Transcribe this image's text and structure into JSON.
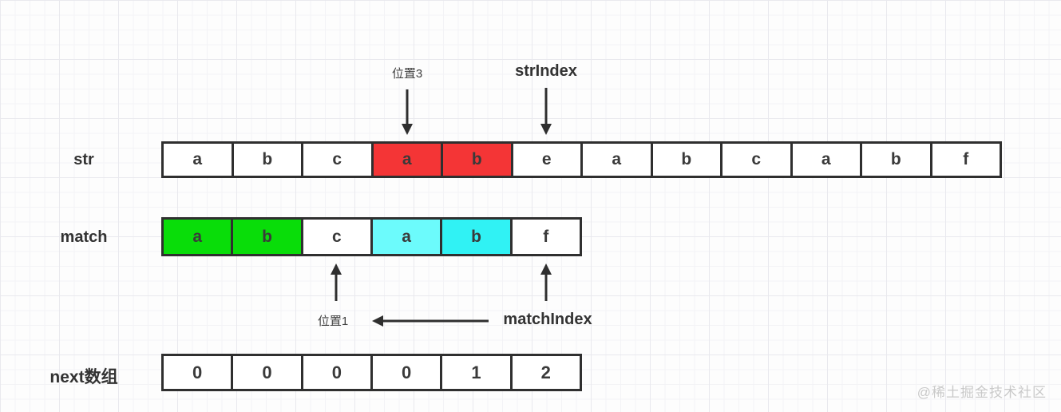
{
  "annotations": {
    "pos3": "位置3",
    "str_index": "strIndex",
    "pos1": "位置1",
    "match_index": "matchIndex"
  },
  "rows": {
    "str": {
      "label": "str",
      "cells": [
        {
          "text": "a"
        },
        {
          "text": "b"
        },
        {
          "text": "c"
        },
        {
          "text": "a",
          "highlight": "red"
        },
        {
          "text": "b",
          "highlight": "red"
        },
        {
          "text": "e"
        },
        {
          "text": "a"
        },
        {
          "text": "b"
        },
        {
          "text": "c"
        },
        {
          "text": "a"
        },
        {
          "text": "b"
        },
        {
          "text": "f"
        }
      ]
    },
    "match": {
      "label": "match",
      "cells": [
        {
          "text": "a",
          "highlight": "green"
        },
        {
          "text": "b",
          "highlight": "green"
        },
        {
          "text": "c"
        },
        {
          "text": "a",
          "highlight": "cyan_light"
        },
        {
          "text": "b",
          "highlight": "cyan"
        },
        {
          "text": "f"
        }
      ]
    },
    "next": {
      "label": "next数组",
      "cells": [
        {
          "text": "0"
        },
        {
          "text": "0"
        },
        {
          "text": "0"
        },
        {
          "text": "0"
        },
        {
          "text": "1"
        },
        {
          "text": "2"
        }
      ]
    }
  },
  "colors": {
    "red": "#f43536",
    "green": "#09dd09",
    "cyan": "#30f2f4",
    "cyan_light": "#6cfbfc",
    "border": "#2f2f2f",
    "arrow": "#2f2f2f",
    "text": "#3a3a3a",
    "watermark": "#c9c9c9"
  },
  "watermark": "@稀土掘金技术社区"
}
